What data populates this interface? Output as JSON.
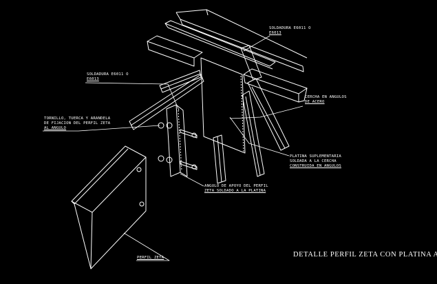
{
  "drawing": {
    "title": "DETALLE PERFIL ZETA CON PLATINA A",
    "background": "#000000",
    "line_color": "#ffffff",
    "callouts": {
      "weld_top": [
        "SOLDADURA E6011 O",
        "E6013"
      ],
      "weld_left": [
        "SOLDADURA E6011 O",
        "E6013"
      ],
      "bolt": [
        "TORNILLO, TUERCA Y ARANDELA",
        "DE FIJACION DEL PERFIL ZETA",
        "AL ANGULO"
      ],
      "truss": [
        "CERCHA EN ANGULOS",
        "DE ACERO"
      ],
      "plate": [
        "PLATINA SUPLEMENTARIA",
        "SOLDADA A LA CERCHA",
        "CONSTRUIDA EN ANGULOS"
      ],
      "angle": [
        "ANGULO DE APOYO DEL PERFIL",
        "ZETA SOLDADO A LA PLATINA"
      ],
      "zeta": [
        "PERFIL ZETA"
      ]
    }
  }
}
